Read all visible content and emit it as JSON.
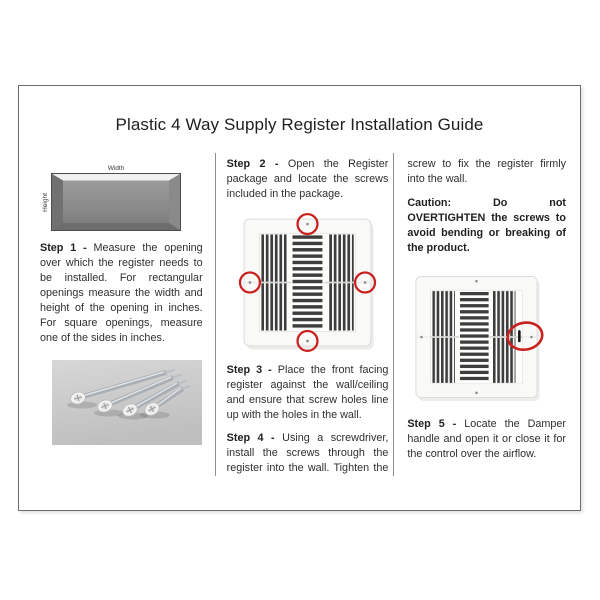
{
  "title": "Plastic 4 Way Supply Register Installation Guide",
  "left_column": {
    "diagram": {
      "width_label": "Width",
      "height_label": "Height"
    },
    "step1": {
      "label": "Step 1 -",
      "text": "Measure the opening over which the register needs to be installed. For rectangular openings measure the width and height of the opening in inches. For square openings, measure one of the sides in inches."
    }
  },
  "middle_column": {
    "step2": {
      "label": "Step 2 -",
      "text": "Open the Register package and locate the screws included in the package."
    },
    "step3": {
      "label": "Step 3 -",
      "text": "Place the front facing register against the wall/ceiling and ensure that screw holes line up with the holes in the wall."
    },
    "step4": {
      "label": "Step 4 -",
      "text": "Using a screwdriver, install the screws through the register into the wall. Tighten the"
    }
  },
  "right_column": {
    "step4_continuation": "screw to fix the register firmly into the wall.",
    "caution": {
      "label": "Caution:",
      "text": "Do not OVERTIGHTEN the screws to avoid bending or breaking of the product."
    },
    "step5": {
      "label": "Step 5 -",
      "text": "Locate the Damper handle and open it or close it for the control over the airflow."
    }
  },
  "figures": {
    "opening_diagram": "rectangular-opening-diagram",
    "screws_photo": "four-mounting-screws-photo",
    "register_screw_holes_photo": "register-with-screw-holes-circled",
    "register_damper_photo": "register-with-damper-handle-circled"
  },
  "colors": {
    "marker_red": "#c9211e",
    "page_border": "#6e6e6e",
    "divider": "#8f8f8f",
    "text": "#303030"
  }
}
